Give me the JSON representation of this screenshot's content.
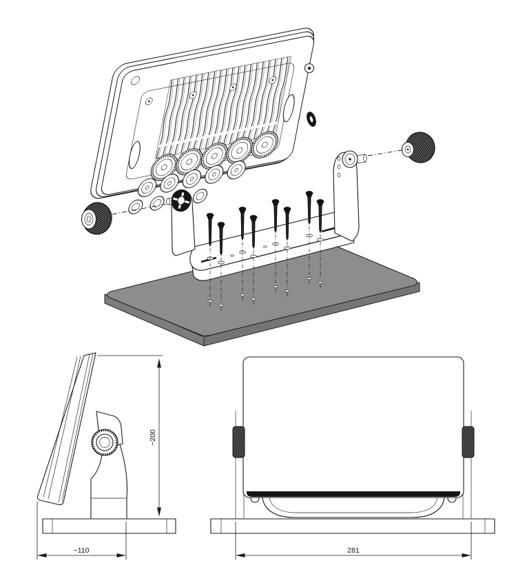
{
  "drawing": {
    "background": "#ffffff",
    "line_color": "#1a1a1a",
    "board_fill_top": "#8d8d8d",
    "board_fill_side": "#787878",
    "views": {
      "exploded": {
        "label": "exploded-mounting-view",
        "screw_count": 8,
        "parts": [
          "display-rear-housing",
          "heatsink-fins",
          "connector-caps",
          "bracket-yoke",
          "securing-knob-left",
          "securing-knob-right",
          "mounting-screws",
          "mounting-surface-board"
        ]
      },
      "side": {
        "label": "side-profile-view",
        "height_dim": "~200",
        "depth_dim": "~110"
      },
      "front": {
        "label": "front-view",
        "width_dim": "281"
      }
    }
  }
}
